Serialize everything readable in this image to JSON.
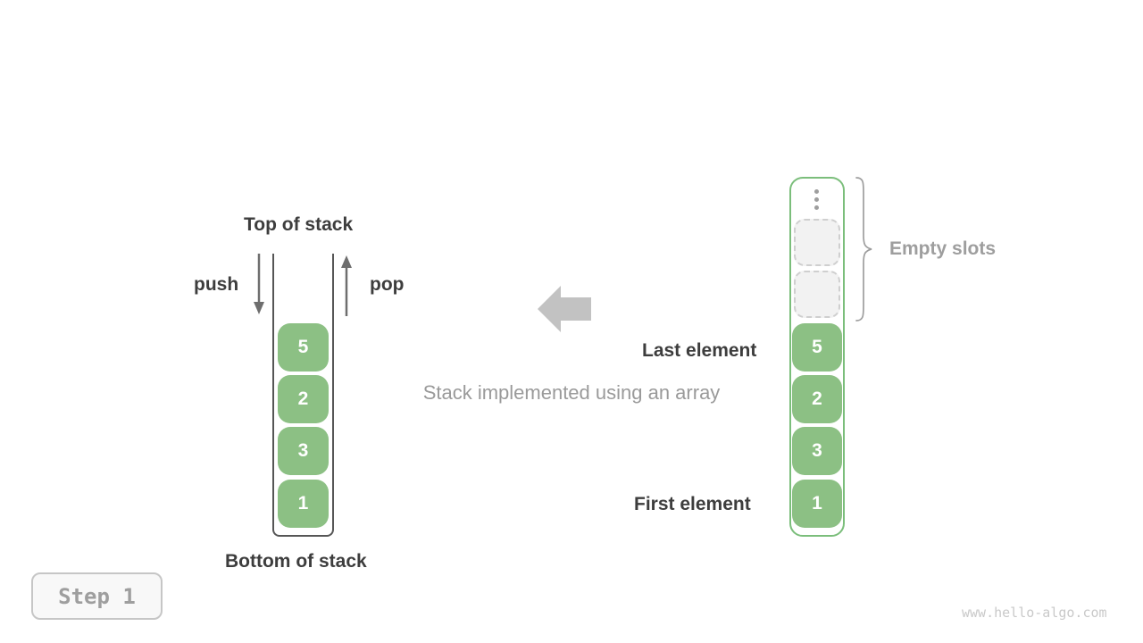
{
  "colors": {
    "cell_green": "#8cc084",
    "array_border_green": "#7bbe7b",
    "dark_text": "#3d3d3d",
    "gray_text": "#9e9e9e",
    "block_arrow_gray": "#c2c2c2",
    "empty_slot_fill": "#f2f2f2"
  },
  "stack_panel": {
    "top_label": "Top of stack",
    "push_label": "push",
    "pop_label": "pop",
    "bottom_label": "Bottom of stack",
    "cells": [
      "5",
      "2",
      "3",
      "1"
    ]
  },
  "caption": "Stack implemented using an array",
  "array_panel": {
    "cells": [
      "5",
      "2",
      "3",
      "1"
    ],
    "empty_slot_count": 2,
    "ellipsis_icon": "⋮",
    "last_element_label": "Last element",
    "first_element_label": "First element",
    "empty_slots_label": "Empty slots"
  },
  "step_badge": "Step 1",
  "watermark": "www.hello-algo.com"
}
